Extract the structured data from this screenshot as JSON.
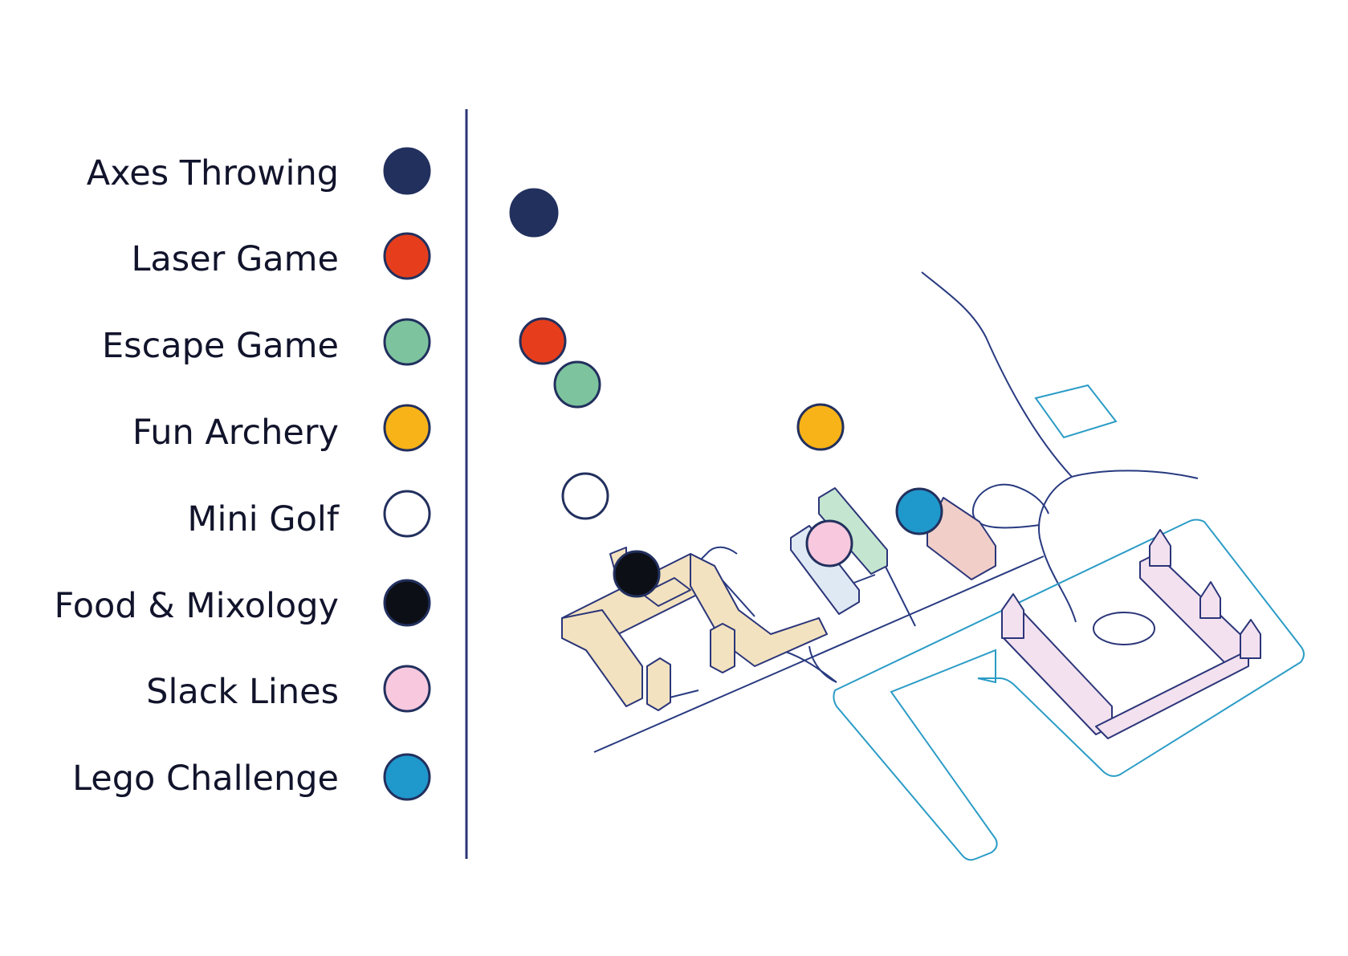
{
  "colors": {
    "navy": "#22305e",
    "road": "#283a80",
    "water": "#2b9cc6",
    "building_stroke": "#2b3579"
  },
  "legend": [
    {
      "key": "axes",
      "label": "Axes Throwing",
      "color": "#22305e"
    },
    {
      "key": "laser",
      "label": "Laser Game",
      "color": "#e63e1c"
    },
    {
      "key": "escape",
      "label": "Escape Game",
      "color": "#7dc49e"
    },
    {
      "key": "archery",
      "label": "Fun Archery",
      "color": "#f8b318"
    },
    {
      "key": "golf",
      "label": "Mini Golf",
      "color": "#ffffff"
    },
    {
      "key": "food",
      "label": "Food & Mixology",
      "color": "#0d0f16"
    },
    {
      "key": "slack",
      "label": "Slack Lines",
      "color": "#f7c8de"
    },
    {
      "key": "lego",
      "label": "Lego Challenge",
      "color": "#1f98cc"
    }
  ],
  "map": {
    "building_fills": {
      "main_campus": "#f2e2bf",
      "light_blue": "#dfe9f4",
      "green": "#c4e5cf",
      "pink": "#f1cfc8",
      "castle": "#f3e1ef"
    }
  }
}
